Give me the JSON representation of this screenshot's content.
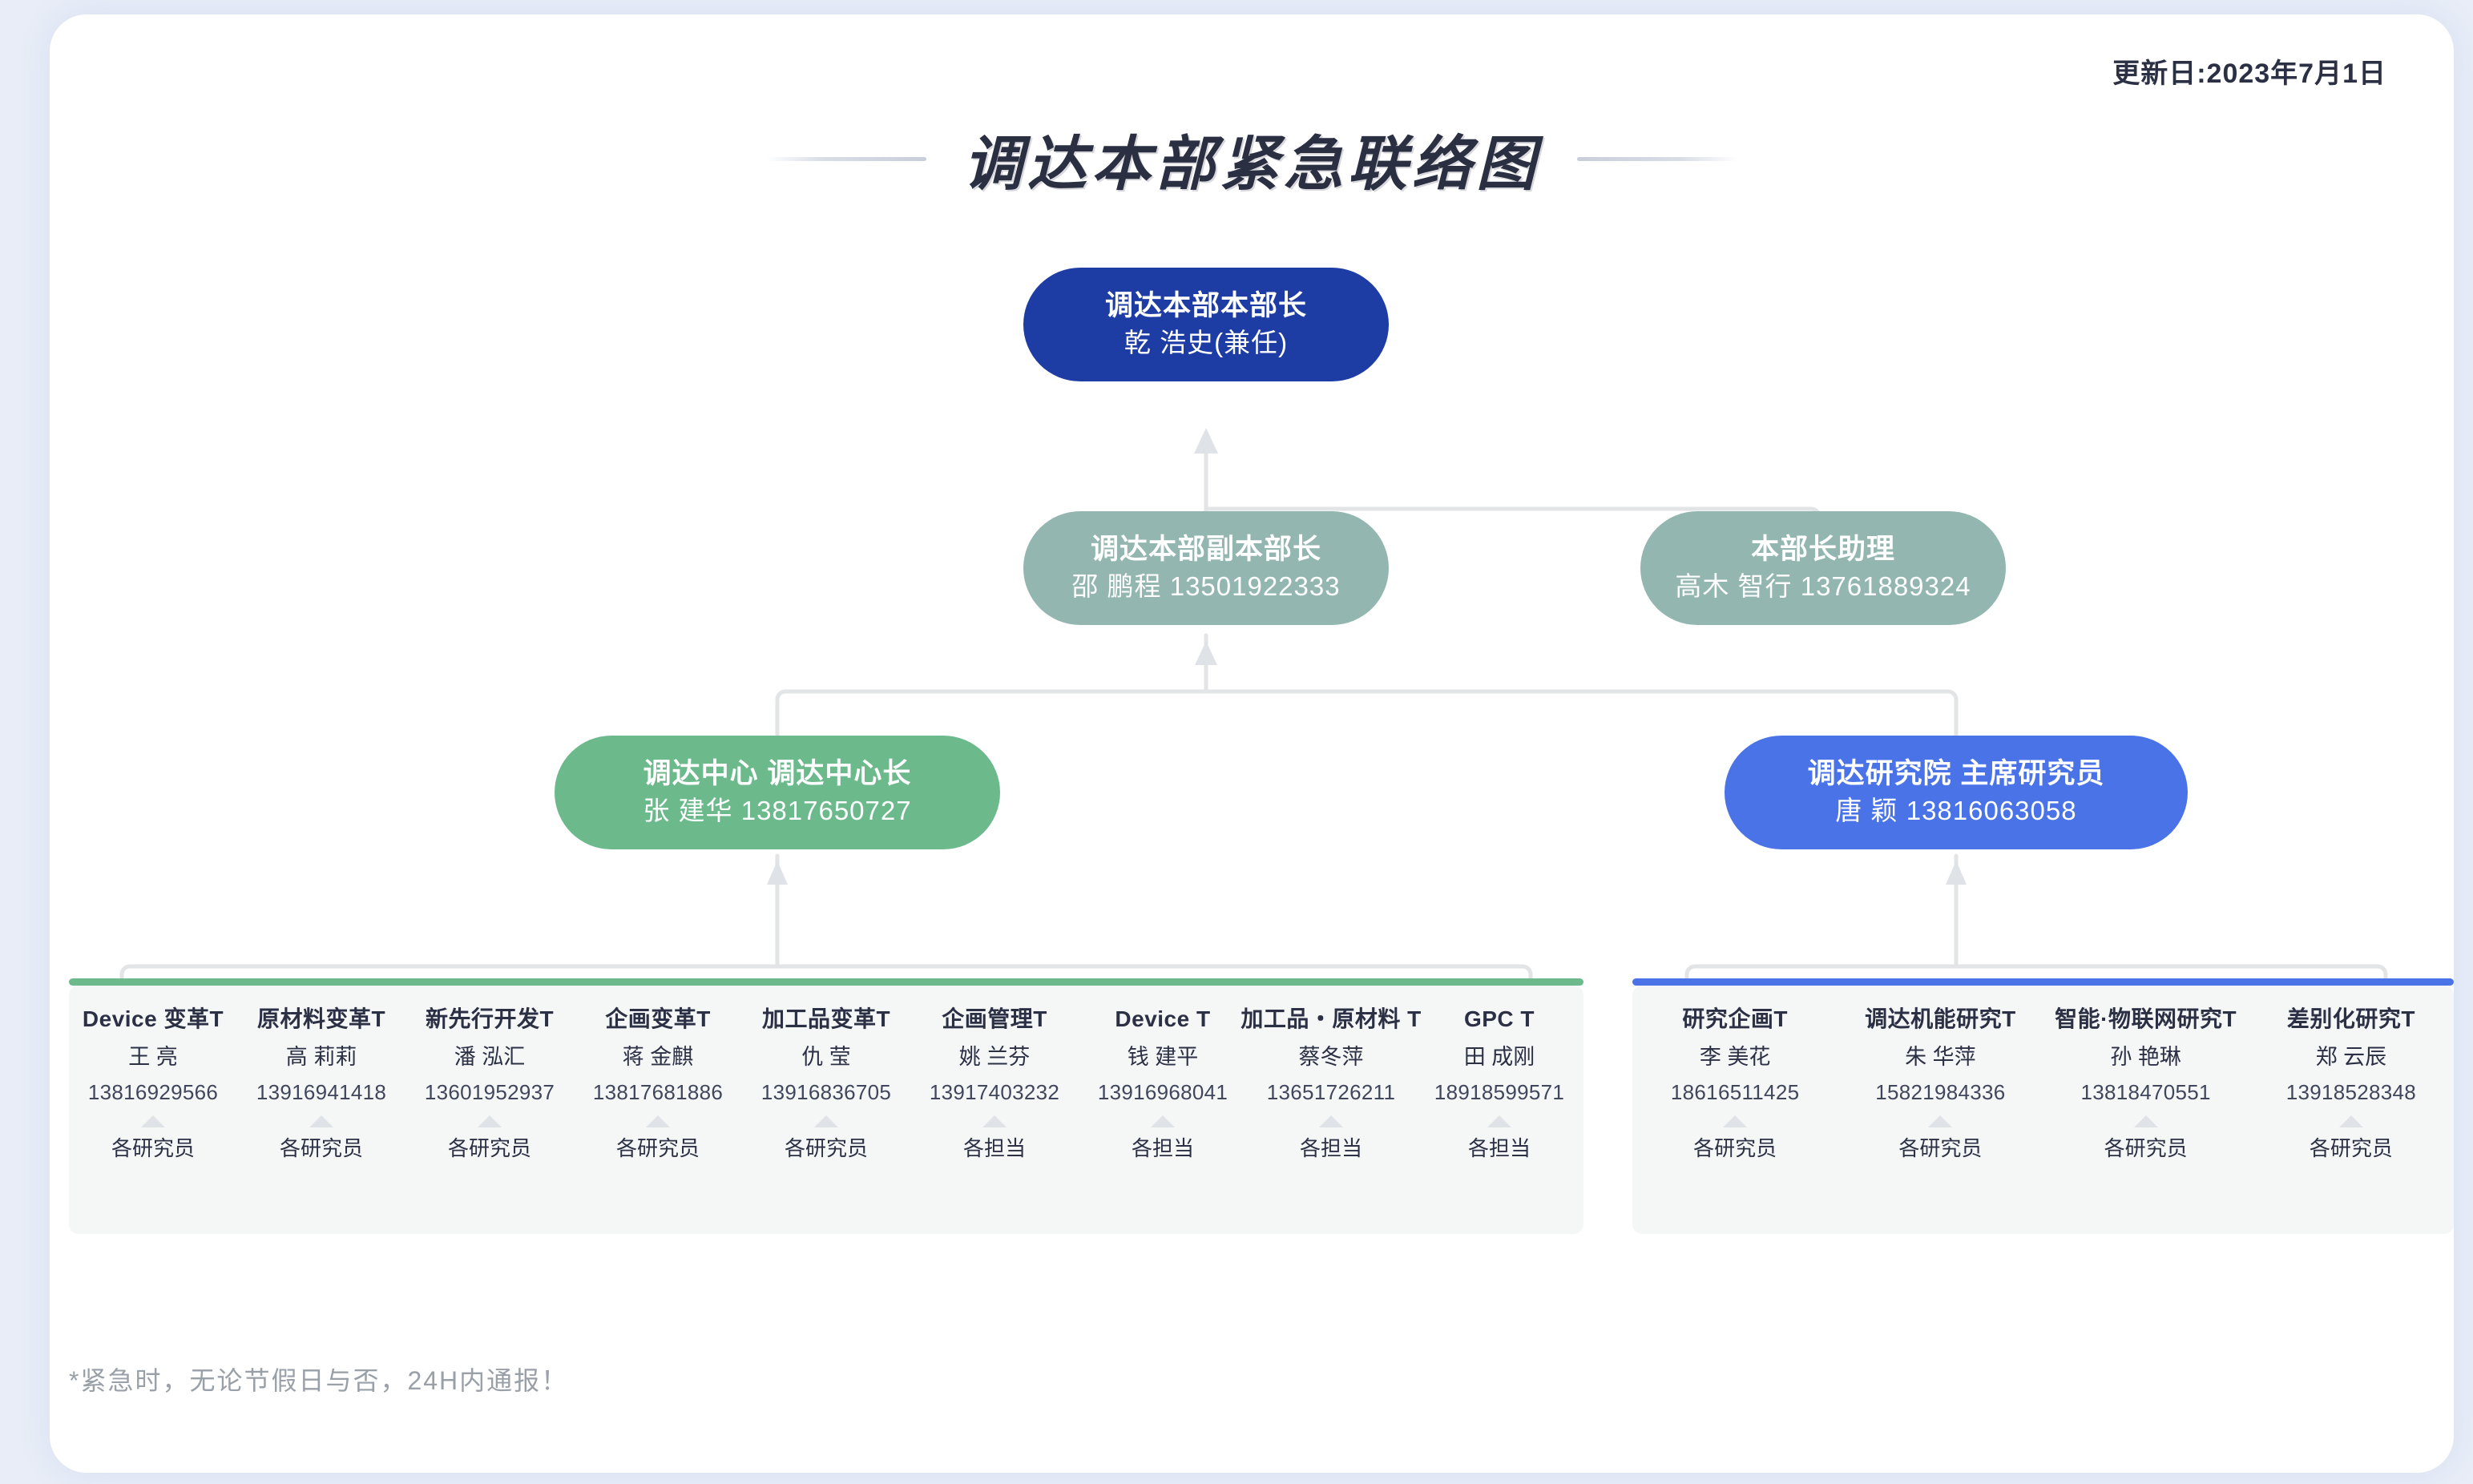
{
  "header": {
    "update_label": "更新日:2023年7月1日",
    "title": "调达本部紧急联络图"
  },
  "nodes": {
    "root": {
      "title": "调达本部本部长",
      "sub": "乾 浩史(兼任)",
      "color": "#1e3da4"
    },
    "deputy": {
      "title": "调达本部副本部长",
      "sub": "邵 鹏程 13501922333",
      "color": "#93b6b0"
    },
    "assist": {
      "title": "本部长助理",
      "sub": "高木 智行 13761889324",
      "color": "#93b6b0"
    },
    "center": {
      "title": "调达中心 调达中心长",
      "sub": "张 建华 13817650727",
      "color": "#6cba8c"
    },
    "inst": {
      "title": "调达研究院 主席研究员",
      "sub": "唐 颖 13816063058",
      "color": "#4a73e8"
    }
  },
  "panels": {
    "left": {
      "accent": "#6cba8c",
      "teams": [
        {
          "name": "Device 变革T",
          "person": "王 亮",
          "phone": "13816929566",
          "role": "各研究员"
        },
        {
          "name": "原材料变革T",
          "person": "高 莉莉",
          "phone": "13916941418",
          "role": "各研究员"
        },
        {
          "name": "新先行开发T",
          "person": "潘 泓汇",
          "phone": "13601952937",
          "role": "各研究员"
        },
        {
          "name": "企画变革T",
          "person": "蒋 金麒",
          "phone": "13817681886",
          "role": "各研究员"
        },
        {
          "name": "加工品变革T",
          "person": "仇 莹",
          "phone": "13916836705",
          "role": "各研究员"
        },
        {
          "name": "企画管理T",
          "person": "姚 兰芬",
          "phone": "13917403232",
          "role": "各担当"
        },
        {
          "name": "Device T",
          "person": "钱 建平",
          "phone": "13916968041",
          "role": "各担当"
        },
        {
          "name": "加工品・原材料 T",
          "person": "蔡冬萍",
          "phone": "13651726211",
          "role": "各担当"
        },
        {
          "name": "GPC T",
          "person": "田 成刚",
          "phone": "18918599571",
          "role": "各担当"
        }
      ]
    },
    "right": {
      "accent": "#4a73e8",
      "teams": [
        {
          "name": "研究企画T",
          "person": "李 美花",
          "phone": "18616511425",
          "role": "各研究员"
        },
        {
          "name": "调达机能研究T",
          "person": "朱 华萍",
          "phone": "15821984336",
          "role": "各研究员"
        },
        {
          "name": "智能·物联网研究T",
          "person": "孙 艳琳",
          "phone": "13818470551",
          "role": "各研究员"
        },
        {
          "name": "差别化研究T",
          "person": "郑 云辰",
          "phone": "13918528348",
          "role": "各研究员"
        }
      ]
    }
  },
  "footer": {
    "note": "*紧急时，无论节假日与否，24H内通报！"
  }
}
